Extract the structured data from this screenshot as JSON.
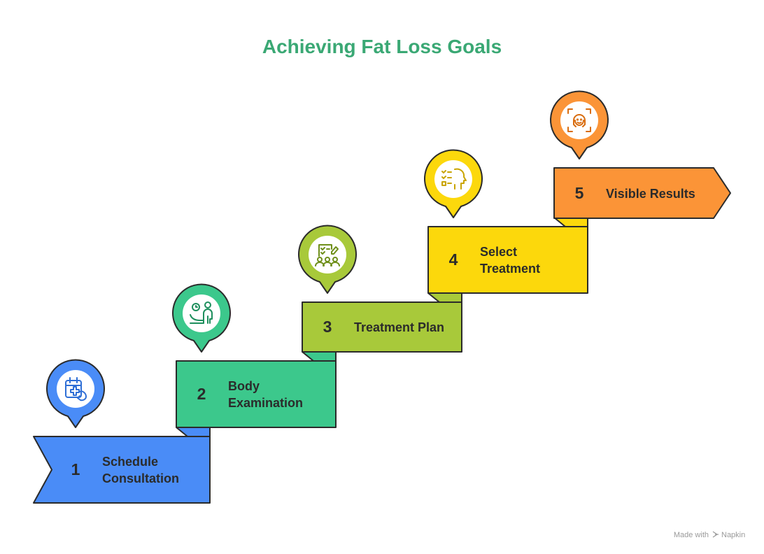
{
  "title": "Achieving Fat Loss Goals",
  "colors": {
    "title": "#3aa874",
    "outline": "#2b2b2b",
    "text": "#2b2b2b",
    "footer": "#9a9a9a"
  },
  "steps": [
    {
      "number": "1",
      "label_lines": [
        "Schedule",
        "Consultation"
      ],
      "color": "#4a8cf7",
      "icon": "calendar-medical-phone-icon",
      "icon_color": "#2f6fd6"
    },
    {
      "number": "2",
      "label_lines": [
        "Body",
        "Examination"
      ],
      "color": "#3cc88c",
      "icon": "doctor-examination-icon",
      "icon_color": "#1e8f5d"
    },
    {
      "number": "3",
      "label_lines": [
        "Treatment Plan"
      ],
      "color": "#a8c93a",
      "icon": "plan-checklist-team-icon",
      "icon_color": "#6f8f1a"
    },
    {
      "number": "4",
      "label_lines": [
        "Select",
        "Treatment"
      ],
      "color": "#fcd80c",
      "icon": "checklist-head-icon",
      "icon_color": "#c9a400"
    },
    {
      "number": "5",
      "label_lines": [
        "Visible Results"
      ],
      "color": "#fb9437",
      "icon": "face-scan-icon",
      "icon_color": "#d96d10"
    }
  ],
  "footer": {
    "prefix": "Made with",
    "brand": "Napkin"
  }
}
